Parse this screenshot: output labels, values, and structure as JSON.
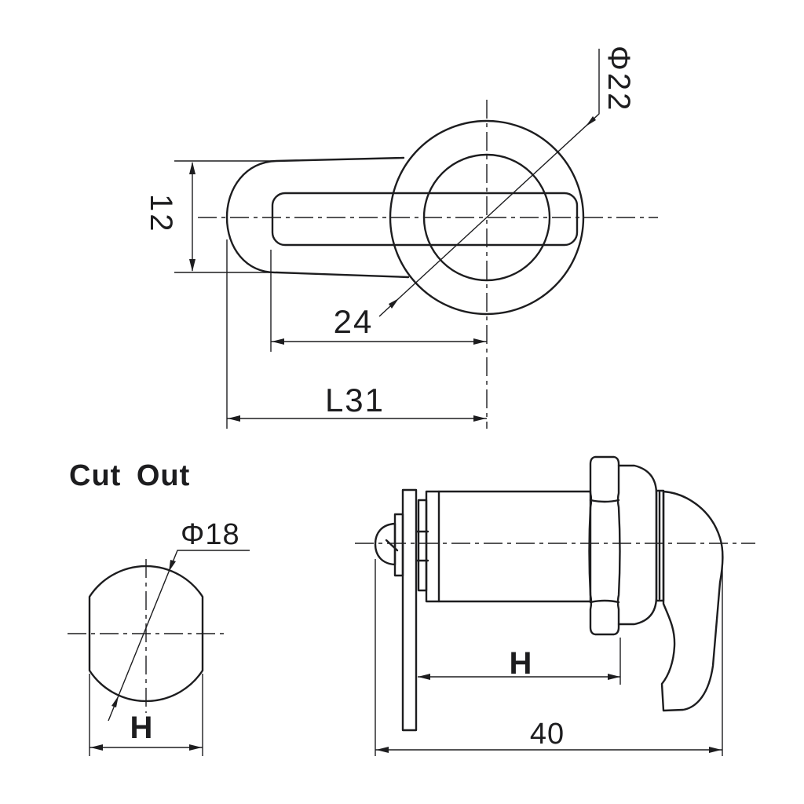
{
  "page": {
    "background": "#ffffff",
    "line_color": "#1d1d1f"
  },
  "views": {
    "top_view": {
      "diameter_label": "Φ22",
      "height_label": "12",
      "cam_length_label": "24",
      "overall_length_label": "L31"
    },
    "cutout_view": {
      "title": "Cut Out",
      "diameter_label": "Φ18",
      "width_label": "H"
    },
    "side_view": {
      "grip_range_label": "H",
      "body_length_label": "40"
    }
  }
}
